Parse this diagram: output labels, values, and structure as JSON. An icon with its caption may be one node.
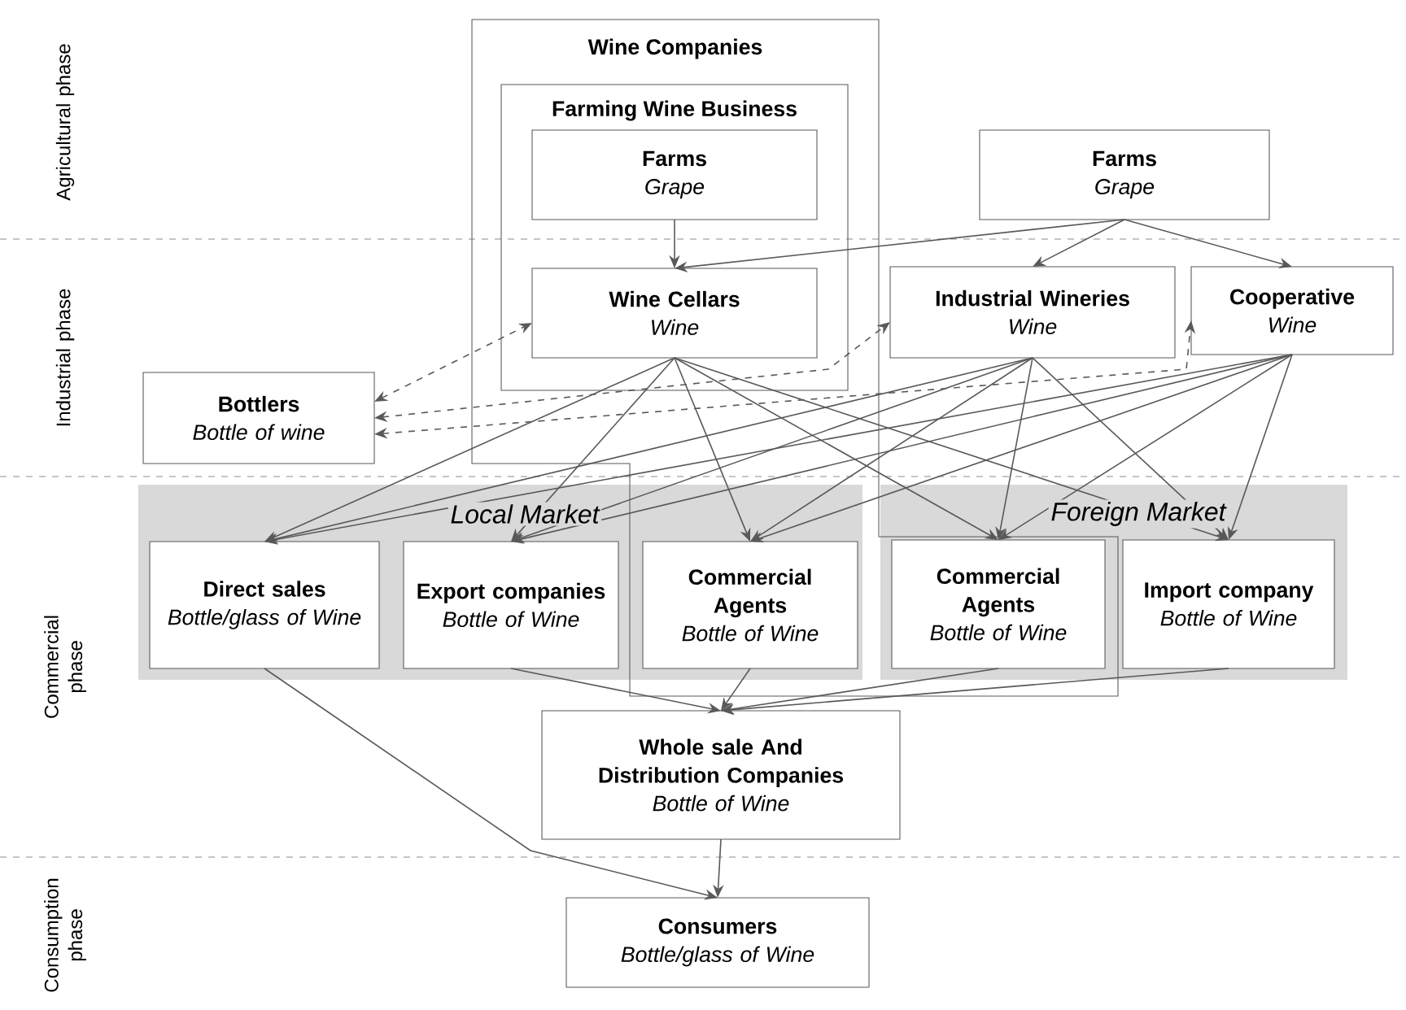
{
  "diagram": {
    "nodes": [
      {
        "text": [
          "Wine Companies"
        ]
      },
      {
        "text": [
          "Farming Wine Business"
        ],
        "in": 0
      },
      {
        "text": [
          "Farms",
          "Grape"
        ],
        "in": 1
      },
      {
        "text": [
          "Wine Cellars",
          "Wine"
        ],
        "in": 1
      },
      {
        "text": [
          "Farms",
          "Grape"
        ]
      },
      {
        "text": [
          "Industrial Wineries",
          "Wine"
        ]
      },
      {
        "text": [
          "Cooperative",
          "Wine"
        ]
      },
      {
        "text": [
          "Bottlers",
          "Bottle of wine"
        ]
      },
      {
        "text": [
          "Local Market"
        ]
      },
      {
        "text": [
          "Direct sales",
          "Bottle/glass of Wine"
        ],
        "in": 8
      },
      {
        "text": [
          "Export companies",
          "Bottle of Wine"
        ],
        "in": 8
      },
      {
        "text": [
          "Commercial Agents",
          "Bottle of Wine"
        ]
      },
      {
        "text": [
          "Foreign Market"
        ]
      },
      {
        "text": [
          "Commercial Agents",
          "Bottle of Wine"
        ]
      },
      {
        "text": [
          "Import company",
          "Bottle of Wine"
        ],
        "in": 12
      },
      {
        "text": [
          "Whole sale And Distribution Companies",
          "Bottle of Wine"
        ]
      },
      {
        "text": [
          "Consumers",
          "Bottle/glass of Wine"
        ]
      }
    ],
    "edges": [
      {
        "from": 2,
        "to": 3,
        "arrow": "to"
      },
      {
        "from": 4,
        "to": 3,
        "arrow": "to"
      },
      {
        "from": 4,
        "to": 5,
        "arrow": "to"
      },
      {
        "from": 4,
        "to": 6,
        "arrow": "to"
      },
      {
        "from": 7,
        "to": 3,
        "arrow": "both",
        "style": "dashed"
      },
      {
        "from": 7,
        "to": 5,
        "arrow": "both",
        "style": "dashed"
      },
      {
        "from": 7,
        "to": 6,
        "arrow": "both",
        "style": "dashed"
      },
      {
        "from": 3,
        "to": 9,
        "arrow": "to"
      },
      {
        "from": 3,
        "to": 10,
        "arrow": "to"
      },
      {
        "from": 3,
        "to": 11,
        "arrow": "to"
      },
      {
        "from": 3,
        "to": 13,
        "arrow": "to"
      },
      {
        "from": 3,
        "to": 14,
        "arrow": "to"
      },
      {
        "from": 5,
        "to": 9,
        "arrow": "to"
      },
      {
        "from": 5,
        "to": 10,
        "arrow": "to"
      },
      {
        "from": 5,
        "to": 11,
        "arrow": "to"
      },
      {
        "from": 5,
        "to": 13,
        "arrow": "to"
      },
      {
        "from": 5,
        "to": 14,
        "arrow": "to"
      },
      {
        "from": 6,
        "to": 9,
        "arrow": "to"
      },
      {
        "from": 6,
        "to": 10,
        "arrow": "to"
      },
      {
        "from": 6,
        "to": 11,
        "arrow": "to"
      },
      {
        "from": 6,
        "to": 13,
        "arrow": "to"
      },
      {
        "from": 6,
        "to": 14,
        "arrow": "to"
      },
      {
        "from": 9,
        "to": 16,
        "arrow": "to"
      },
      {
        "from": 10,
        "to": 15,
        "arrow": "to"
      },
      {
        "from": 11,
        "to": 15,
        "arrow": "to"
      },
      {
        "from": 13,
        "to": 15,
        "arrow": "to"
      },
      {
        "from": 14,
        "to": 15,
        "arrow": "to"
      },
      {
        "from": 15,
        "to": 16,
        "arrow": "to"
      }
    ],
    "labels": [
      "Agricultural phase",
      "Industrial phase",
      "Commercial phase",
      "Consumption phase"
    ]
  }
}
